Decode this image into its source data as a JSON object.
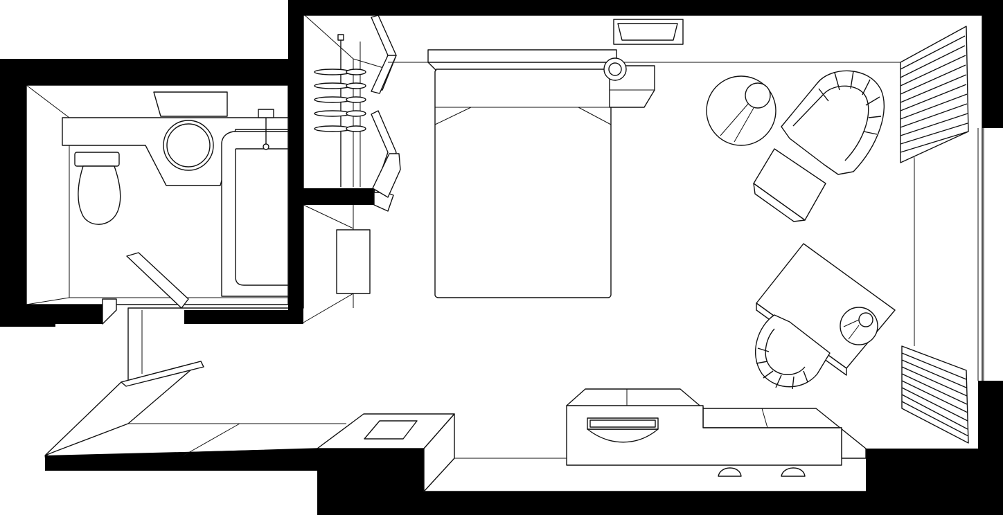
{
  "floor_plan": {
    "type": "hotel room floor plan",
    "rooms": [
      "bathroom",
      "bedroom"
    ],
    "labels": []
  }
}
